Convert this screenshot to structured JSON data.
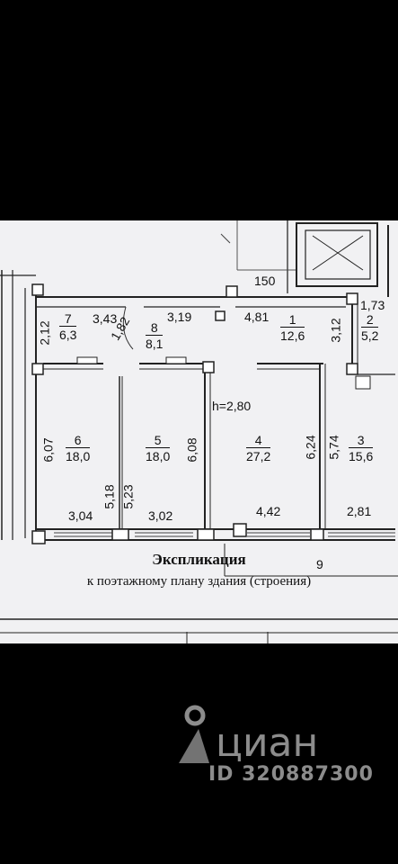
{
  "plan": {
    "ceiling_height": "h=2,80",
    "dimension_top": "150",
    "corridor_length": "9",
    "rooms": [
      {
        "id": "7",
        "area": "6,3"
      },
      {
        "id": "8",
        "area": "8,1"
      },
      {
        "id": "1",
        "area": "12,6"
      },
      {
        "id": "2",
        "area": "5,2"
      },
      {
        "id": "6",
        "area": "18,0"
      },
      {
        "id": "5",
        "area": "18,0"
      },
      {
        "id": "4",
        "area": "27,2"
      },
      {
        "id": "3",
        "area": "15,6"
      }
    ],
    "dims": {
      "d_212": "2,12",
      "d_343": "3,43",
      "d_319": "3,19",
      "d_481": "4,81",
      "d_173": "1,73",
      "d_312": "3,12",
      "d_182": "1,82",
      "d_607": "6,07",
      "d_608": "6,08",
      "d_624": "6,24",
      "d_574": "5,74",
      "d_518": "5,18",
      "d_523": "5,23",
      "d_304": "3,04",
      "d_302": "3,02",
      "d_442": "4,42",
      "d_281": "2,81"
    }
  },
  "caption": {
    "title": "Экспликация",
    "subtitle": "к поэтажному плану здания (строения)"
  },
  "watermark": {
    "brand": "циан",
    "id_text": "ID 320887300"
  }
}
